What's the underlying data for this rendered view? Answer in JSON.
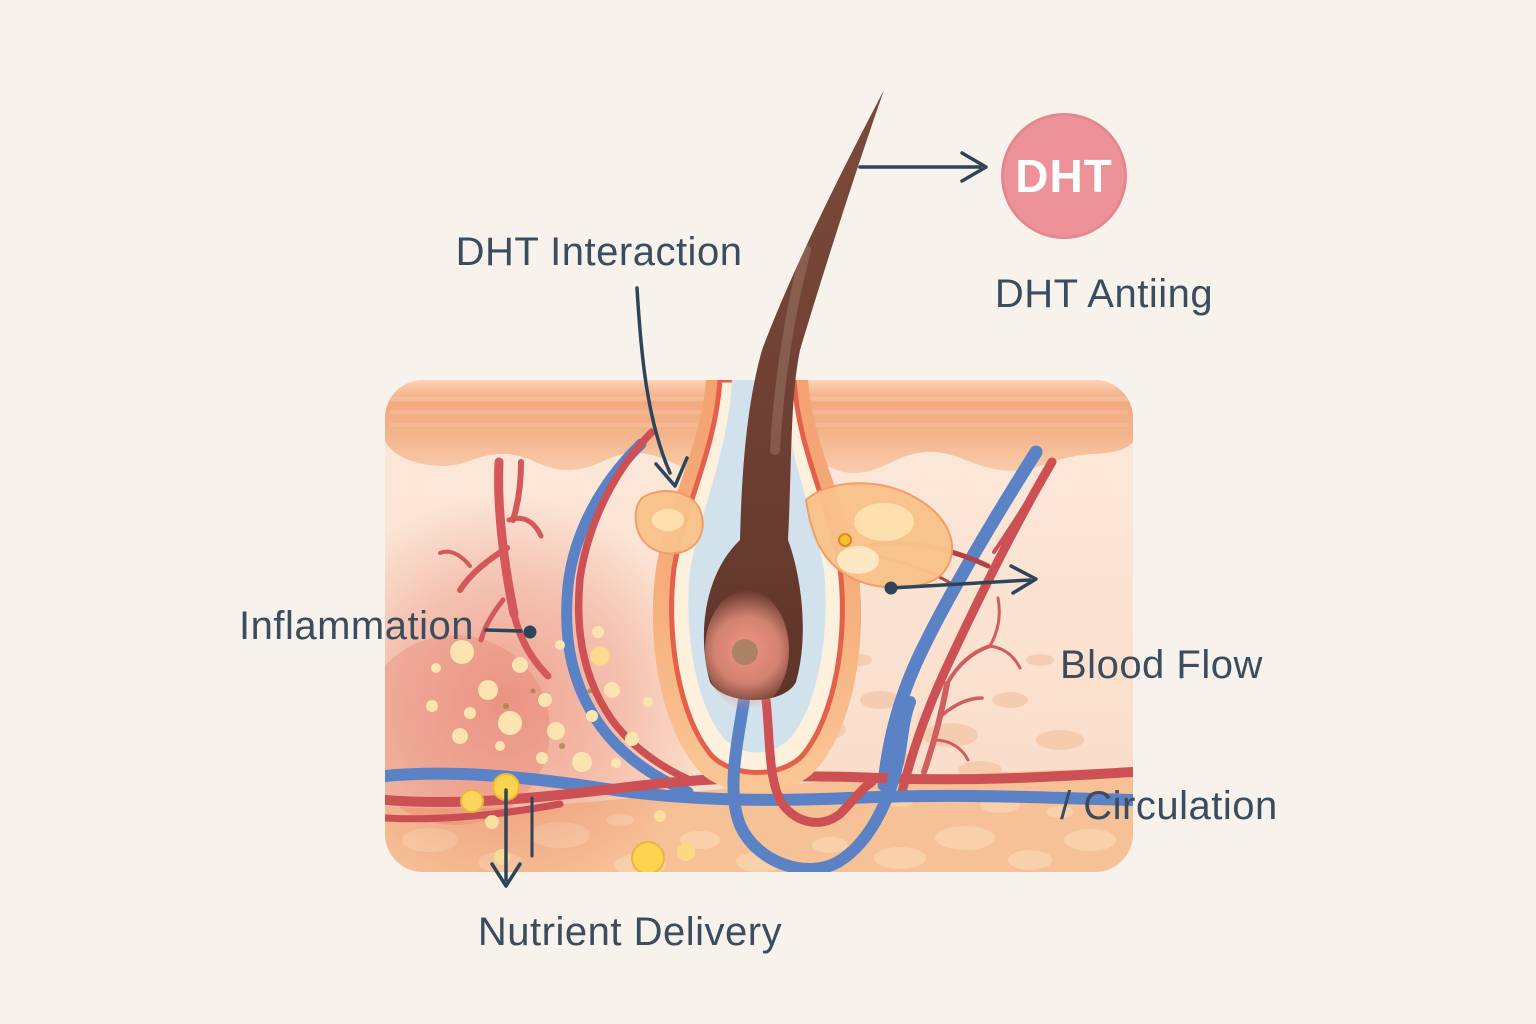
{
  "labels": {
    "dht_interaction": "DHT Interaction",
    "inflammation": "Inflammation",
    "blood_flow_line1": "Blood Flow",
    "blood_flow_line2": "/ Circulation",
    "nutrient_delivery": "Nutrient Delivery",
    "dht_badge": "DHT",
    "dht_caption": "DHT Antiing"
  },
  "colors": {
    "background": "#f7f2ec",
    "label_text": "#3a4c5e",
    "annotation_arrow": "#2e4459",
    "dht_badge_fill": "#ec9298",
    "dht_badge_border": "#e6878f",
    "dht_badge_text": "#ffffff",
    "epidermis": "#f3ab81",
    "dermis": "#fbe4d4",
    "subcutis": "#f6c197",
    "hair_brown": "#6e4134",
    "vessel_red": "#cd5154",
    "vessel_blue": "#5b82c4",
    "inflammation_glow": "#e4685a",
    "nutrient_dot": "#fcd34f",
    "sebaceous_gland": "#f9c28c"
  }
}
